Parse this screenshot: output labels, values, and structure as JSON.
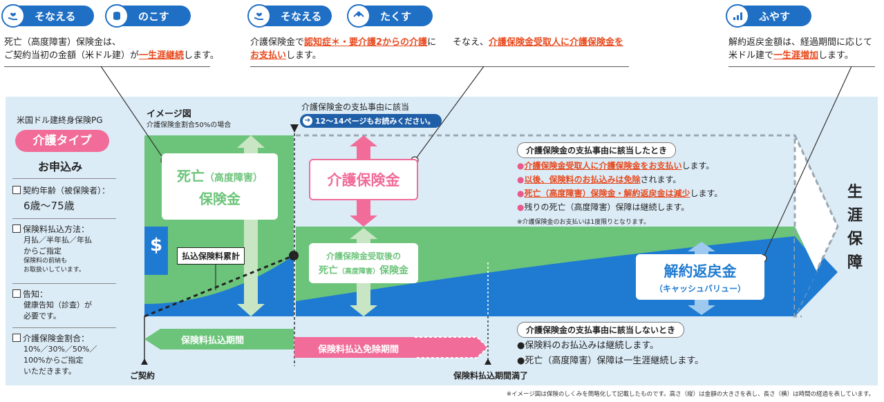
{
  "top": {
    "left": {
      "pills": [
        {
          "label": "そなえる",
          "icon": "hand-heart-icon"
        },
        {
          "label": "のこす",
          "icon": "coin-stack-icon"
        }
      ],
      "line1": "死亡（高度障害）保険金は、",
      "line2_pre": "ご契約当初の金額（米ドル建）が",
      "line2_hl": "一生涯継続",
      "line2_post": "します。"
    },
    "mid": {
      "pills": [
        {
          "label": "そなえる",
          "icon": "hand-heart-icon"
        },
        {
          "label": "たくす",
          "icon": "hands-handover-icon"
        }
      ],
      "line1_pre": "介護保険金で",
      "line1_hl": "認知症＊・要介護2からの介護",
      "line1_post": "に",
      "line2_hl": "お支払い",
      "line2_post": "します。",
      "line3_pre": "そなえ、",
      "line3_hl": "介護保険金受取人に介護保険金を"
    },
    "right": {
      "pill": {
        "label": "ふやす",
        "icon": "bar-chart-up-icon"
      },
      "line1": "解約返戻金額は、経過期間に応じて",
      "line2_pre": "米ドル建で",
      "line2_hl": "一生涯増加",
      "line2_post": "します。"
    }
  },
  "sidebar": {
    "product": "米国ドル建終身保険PG",
    "type_badge": "介護タイプ",
    "apply": "お申込み",
    "age_label": "契約年齢（被保険者）：",
    "age_value": "6歳〜75歳",
    "pay_label": "保険料払込方法：",
    "pay_l1": "月払／半年払／年払",
    "pay_l2": "からご指定",
    "pay_n1": "保険料の前納も",
    "pay_n2": "お取扱いしています。",
    "notice_label": "告知：",
    "notice_l1": "健康告知（診査）が",
    "notice_l2": "必要です。",
    "ratio_label": "介護保険金割合：",
    "ratio_l1": "10%／30%／50%／",
    "ratio_l2": "100%からご指定",
    "ratio_l3": "いただきます。"
  },
  "diagram": {
    "image_title": "イメージ図",
    "image_sub": "介護保険金割合50%の場合",
    "event_label": "介護保険金の支払事由に該当",
    "event_link": "12〜14ページもお読みください。",
    "death_l1": "死亡",
    "death_paren": "（高度障害）",
    "death_l2": "保険金",
    "care_benefit": "介護保険金",
    "cum_premium": "払込保険料累計",
    "after_l1": "介護保険金受取後の",
    "after_l2a": "死亡",
    "after_paren": "（高度障害）",
    "after_l2b": "保険金",
    "sv_l1": "解約返戻金",
    "sv_l2": "（キャッシュバリュー）",
    "lifelong": "生涯保障",
    "dollar": "$",
    "premium_period": "保険料払込期間",
    "waiver_period": "保険料払込免除期間",
    "contract": "ご契約",
    "period_end": "保険料払込期間満了",
    "box1_title": "介護保険金の支払事由に該当したとき",
    "box1_items": [
      "介護保険金受取人に介護保険金をお支払い",
      "以後、保険料のお払込みは免除",
      "死亡（高度障害）保険金・解約返戻金は減少",
      "残りの死亡（高度障害）保障は継続します。"
    ],
    "box1_suffix": [
      "します。",
      "されます。",
      "します。"
    ],
    "box1_note": "※介護保険金のお支払いは1度限りとなります。",
    "box2_title": "介護保険金の支払事由に該当しないとき",
    "box2_items": [
      "●保険料のお払込みは継続します。",
      "●死亡（高度障害）保障は一生涯継続します。"
    ]
  },
  "footnote": "※イメージ図は保険のしくみを簡略化して記載したものです。高さ（縦）は金額の大きさを表し、長さ（横）は時間の経過を表しています。",
  "colors": {
    "blue": "#1f6fc4",
    "green": "#6cc47a",
    "light_green": "#c9e6c4",
    "pink": "#f16c98",
    "bg": "#dcecf7",
    "orange": "#e8491d"
  }
}
